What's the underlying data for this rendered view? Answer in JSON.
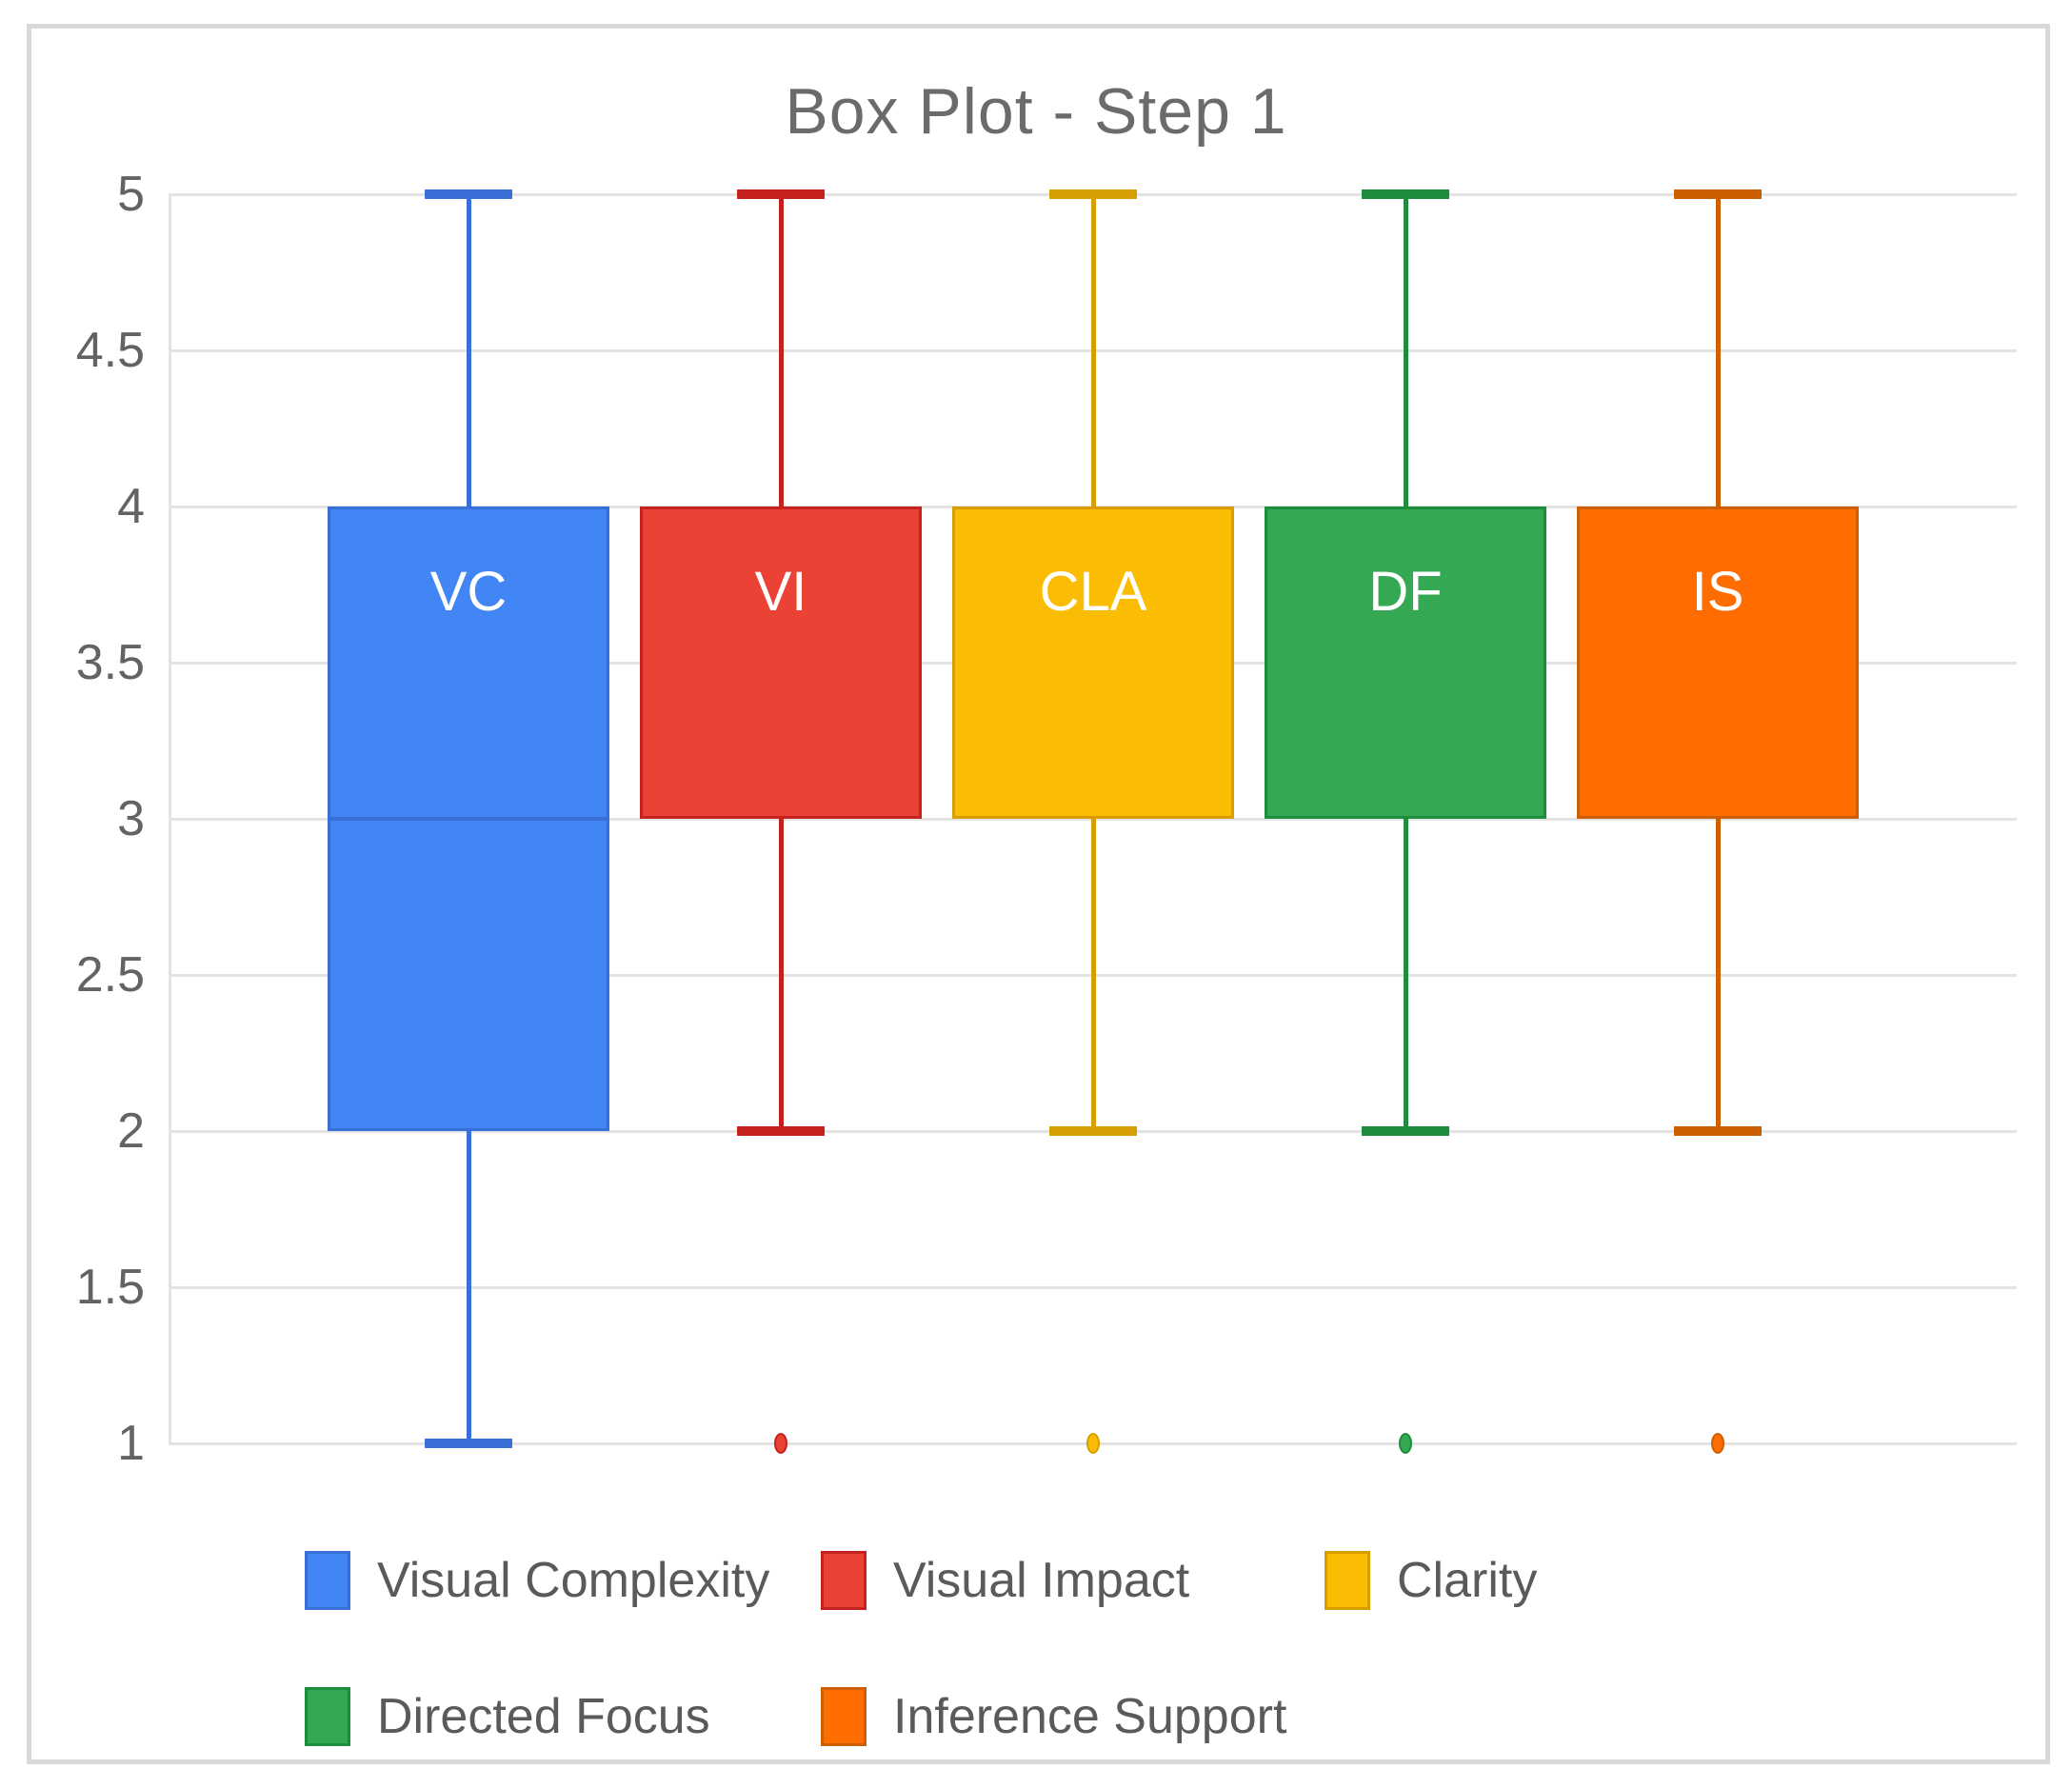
{
  "title": "Box Plot - Step 1",
  "y_axis": {
    "min": 1,
    "max": 5,
    "step": 0.5,
    "tick_labels": [
      "5",
      "4.5",
      "4",
      "3.5",
      "3",
      "2.5",
      "2",
      "1.5",
      "1"
    ]
  },
  "chart_data": {
    "type": "box",
    "title": "Box Plot - Step 1",
    "ylim": [
      1,
      5
    ],
    "grid": true,
    "legend_position": "bottom",
    "series": [
      {
        "abbrev": "VC",
        "name": "Visual Complexity",
        "fill": "#4285f4",
        "stroke": "#3a6fd8",
        "q1": 2,
        "median": 3,
        "q3": 4,
        "whisker_low": 1,
        "whisker_high": 5,
        "outliers": []
      },
      {
        "abbrev": "VI",
        "name": "Visual Impact",
        "fill": "#ea4335",
        "stroke": "#c5221f",
        "q1": 3,
        "median": 3,
        "q3": 4,
        "whisker_low": 2,
        "whisker_high": 5,
        "outliers": [
          1
        ]
      },
      {
        "abbrev": "CLA",
        "name": "Clarity",
        "fill": "#fbbc04",
        "stroke": "#d69e00",
        "q1": 3,
        "median": 3,
        "q3": 4,
        "whisker_low": 2,
        "whisker_high": 5,
        "outliers": [
          1
        ]
      },
      {
        "abbrev": "DF",
        "name": "Directed Focus",
        "fill": "#34a853",
        "stroke": "#1e8e3e",
        "q1": 3,
        "median": 3,
        "q3": 4,
        "whisker_low": 2,
        "whisker_high": 5,
        "outliers": [
          1
        ]
      },
      {
        "abbrev": "IS",
        "name": "Inference Support",
        "fill": "#ff6d01",
        "stroke": "#cc5f00",
        "q1": 3,
        "median": 3,
        "q3": 4,
        "whisker_low": 2,
        "whisker_high": 5,
        "outliers": [
          1
        ]
      }
    ]
  },
  "colors": {
    "grid": "#e3e3e3",
    "frame_border": "#d9d9d9",
    "title_text": "#6b6b6b",
    "axis_text": "#636363",
    "legend_text": "#5a5a5a"
  }
}
